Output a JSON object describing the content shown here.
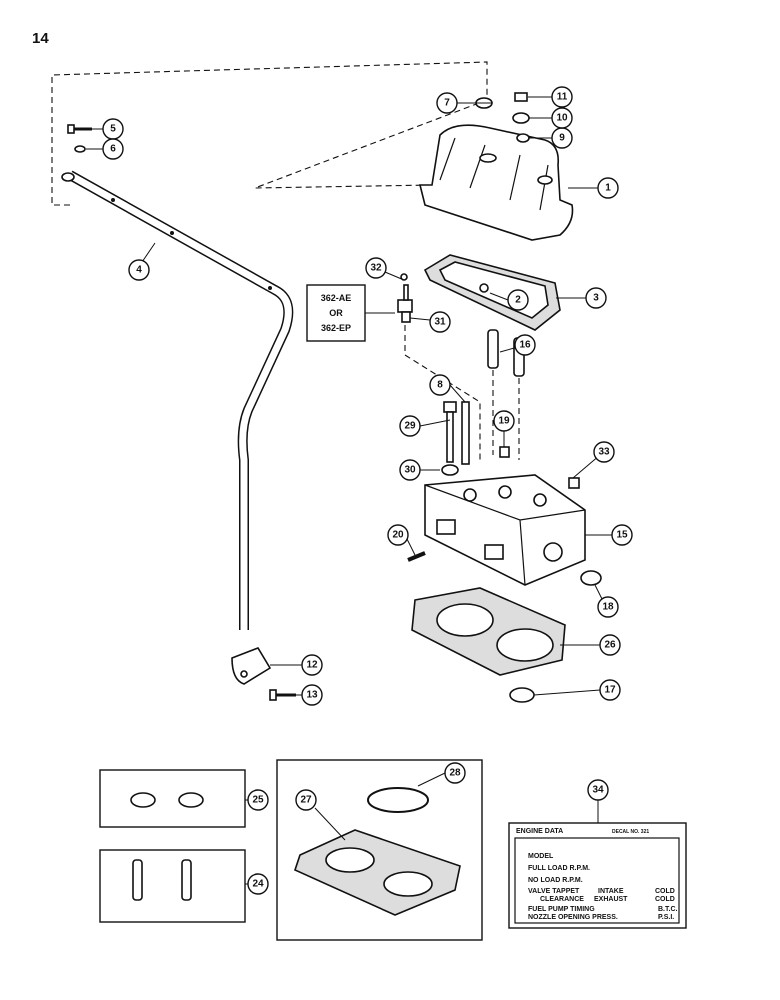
{
  "page_number": "14",
  "model_note": [
    "362-AE",
    "OR",
    "362-EP"
  ],
  "callouts": [
    "1",
    "2",
    "3",
    "4",
    "5",
    "6",
    "7",
    "8",
    "9",
    "10",
    "11",
    "12",
    "13",
    "15",
    "16",
    "17",
    "18",
    "19",
    "20",
    "24",
    "25",
    "26",
    "27",
    "28",
    "29",
    "30",
    "31",
    "32",
    "33",
    "34"
  ],
  "engine_data": {
    "header": "ENGINE DATA",
    "decal": "DECAL NO. 321",
    "model": "MODEL",
    "full_load": "FULL LOAD R.P.M.",
    "no_load": "NO LOAD R.P.M.",
    "valve_tappet": "VALVE TAPPET",
    "clearance": "CLEARANCE",
    "intake": "INTAKE",
    "exhaust": "EXHAUST",
    "cold1": "COLD",
    "cold2": "COLD",
    "fuel_pump": "FUEL PUMP TIMING",
    "btc": "B.T.C.",
    "nozzle": "NOZZLE OPENING PRESS.",
    "psi": "P.S.I."
  }
}
